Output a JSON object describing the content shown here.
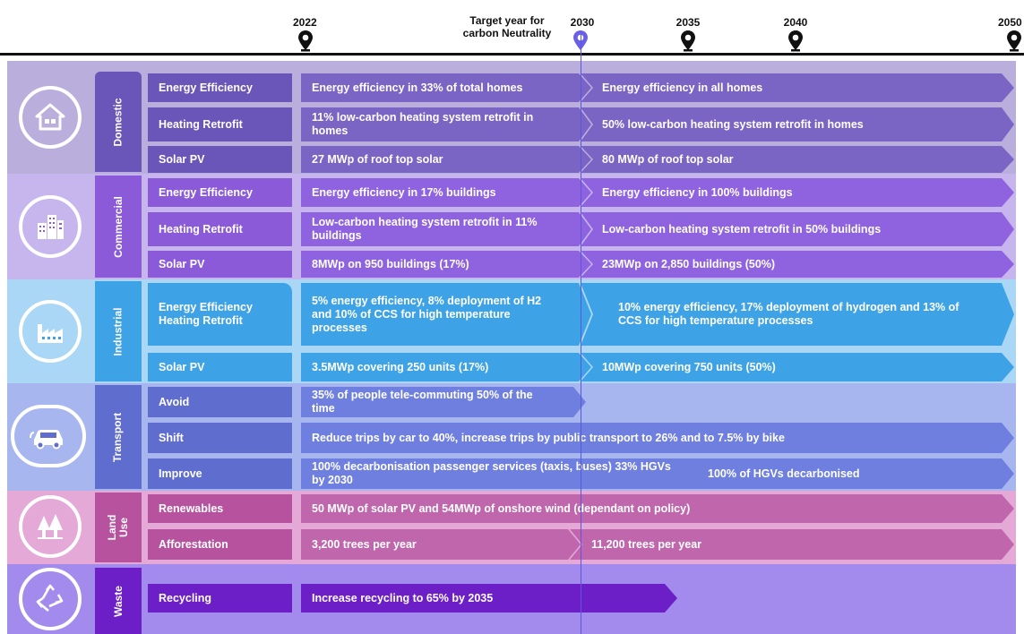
{
  "timeline": {
    "years": [
      "2022",
      "2030",
      "2035",
      "2040",
      "2050"
    ],
    "target_label": "Target year for carbon Neutrality"
  },
  "colors": {
    "domestic_band": "#b9aedc",
    "domestic_label": "#6a55b8",
    "domestic_arrow": "#7a64c4",
    "commercial_band": "#c7b5ee",
    "commercial_label": "#8a5ad8",
    "commercial_arrow": "#8f62e0",
    "industrial_band": "#a9d7f5",
    "industrial_label": "#3ea2e6",
    "industrial_arrow": "#3ea2e6",
    "transport_band": "#a8b6ef",
    "transport_label": "#5f6dcf",
    "transport_arrow": "#6e7fe0",
    "landuse_band": "#e4a9d6",
    "landuse_label": "#b7529e",
    "landuse_arrow": "#c066ad",
    "waste_band": "#a38bee",
    "waste_label": "#6d1fc7",
    "waste_arrow": "#6d1fc7"
  },
  "sectors": {
    "domestic": {
      "name": "Domestic",
      "icon": "house-icon",
      "rows": [
        {
          "label": "Energy Efficiency",
          "a": "Energy efficiency in 33% of total homes",
          "b": "Energy efficiency in all homes"
        },
        {
          "label": "Heating Retrofit",
          "a": "11% low-carbon heating system retrofit in homes",
          "b": "50% low-carbon heating system retrofit in homes"
        },
        {
          "label": "Solar PV",
          "a": "27 MWp of roof top solar",
          "b": "80 MWp of roof top solar"
        }
      ]
    },
    "commercial": {
      "name": "Commercial",
      "icon": "buildings-icon",
      "rows": [
        {
          "label": "Energy Efficiency",
          "a": "Energy efficiency in 17% buildings",
          "b": "Energy efficiency in 100% buildings"
        },
        {
          "label": "Heating Retrofit",
          "a": "Low-carbon heating system retrofit in 11% buildings",
          "b": "Low-carbon heating system retrofit in 50% buildings"
        },
        {
          "label": "Solar PV",
          "a": "8MWp on 950 buildings (17%)",
          "b": "23MWp on 2,850 buildings (50%)"
        }
      ]
    },
    "industrial": {
      "name": "Industrial",
      "icon": "factory-icon",
      "rows": [
        {
          "label": "Energy Efficiency Heating Retrofit",
          "a": "5% energy efficiency, 8% deployment of H2 and 10% of CCS for high temperature processes",
          "b": "10% energy efficiency, 17% deployment of hydrogen and 13% of CCS for high temperature processes"
        },
        {
          "label": "Solar PV",
          "a": "3.5MWp covering 250 units (17%)",
          "b": "10MWp covering 750 units (50%)"
        }
      ]
    },
    "transport": {
      "name": "Transport",
      "icon": "car-icon",
      "rows": [
        {
          "label": "Avoid",
          "a": "35% of people tele-commuting 50% of the time"
        },
        {
          "label": "Shift",
          "a": "Reduce trips by car to 40%, increase trips by public transport to 26% and to 7.5% by bike"
        },
        {
          "label": "Improve",
          "a": "100% decarbonisation passenger services (taxis, buses) 33% HGVs by 2030",
          "b": "100% of HGVs decarbonised"
        }
      ]
    },
    "landuse": {
      "name": "Land Use",
      "icon": "trees-icon",
      "rows": [
        {
          "label": "Renewables",
          "a": "50 MWp of solar PV and 54MWp of onshore wind (dependant on policy)"
        },
        {
          "label": "Afforestation",
          "a": "3,200 trees per year",
          "b": "11,200 trees per year"
        }
      ]
    },
    "waste": {
      "name": "Waste",
      "icon": "recycle-icon",
      "rows": [
        {
          "label": "Recycling",
          "a": "Increase recycling to 65% by 2035"
        }
      ]
    }
  }
}
